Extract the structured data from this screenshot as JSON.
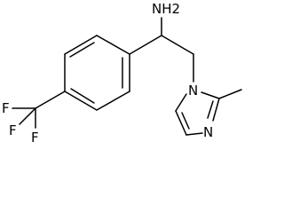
{
  "molecule": {
    "atoms": {
      "amine": "NH2",
      "imidazole_n": "N",
      "imidazole_n3": "N",
      "fluorine_1": "F",
      "fluorine_2": "F",
      "fluorine_3": "F"
    }
  },
  "colors": {
    "bond": "#000000",
    "label": "#000000",
    "background": "#ffffff"
  }
}
